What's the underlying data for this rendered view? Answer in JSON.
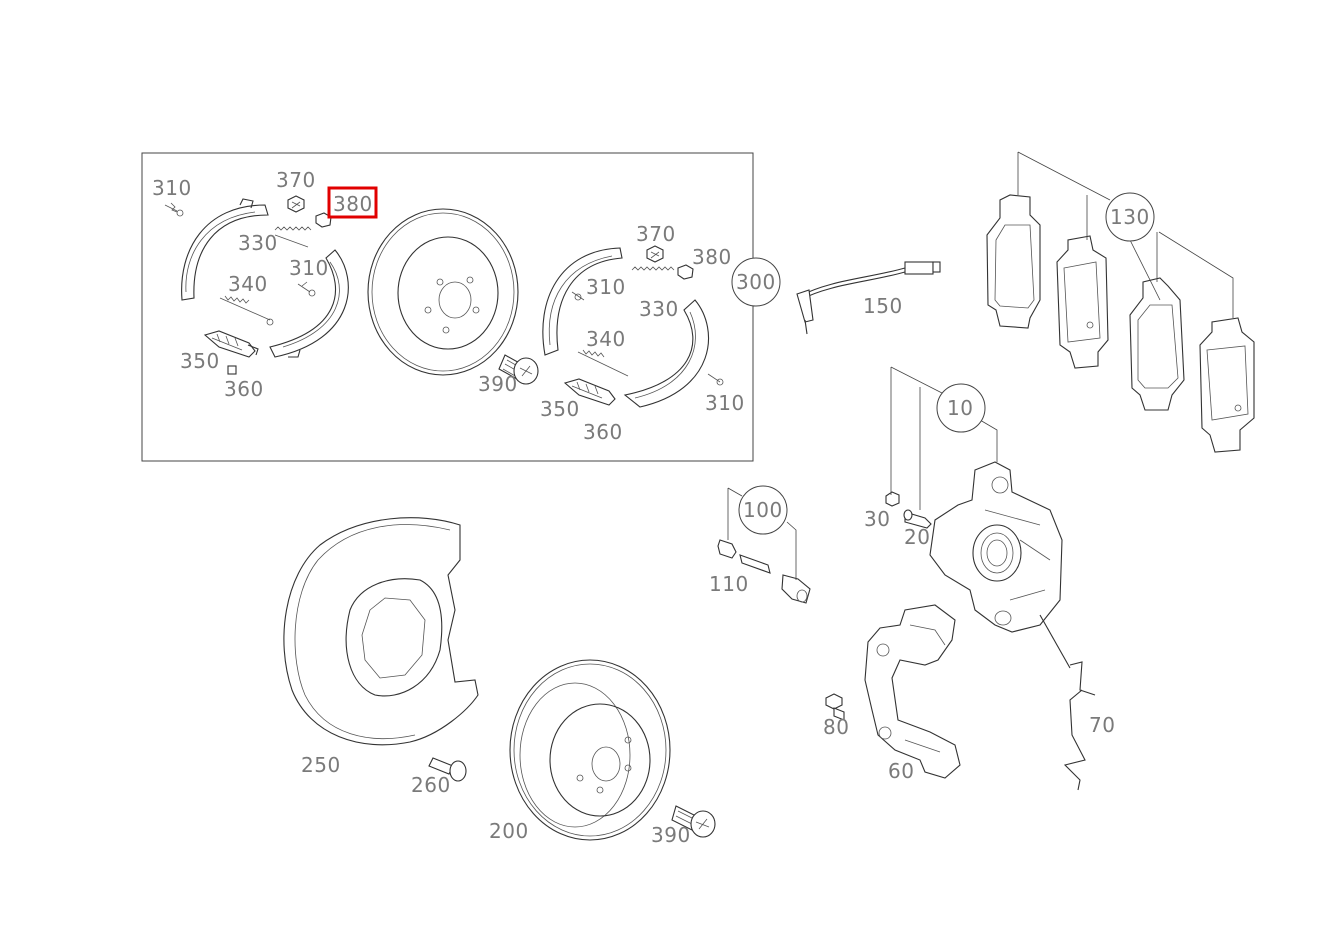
{
  "colors": {
    "highlight": "#e10000",
    "line": "#333333",
    "label": "#7a7a7a"
  },
  "highlighted_part": "380",
  "labels": {
    "l310a": "310",
    "l370a": "370",
    "l380a": "380",
    "l330a": "330",
    "l310b": "310",
    "l340a": "340",
    "l350a": "350",
    "l360a": "360",
    "l370b": "370",
    "l380b": "380",
    "l310c": "310",
    "l330b": "330",
    "l340b": "340",
    "l390a": "390",
    "l350b": "350",
    "l360b": "360",
    "l310d": "310",
    "l300": "300",
    "l150": "150",
    "l130": "130",
    "l10": "10",
    "l30": "30",
    "l20": "20",
    "l100": "100",
    "l110": "110",
    "l250": "250",
    "l260": "260",
    "l200": "200",
    "l390b": "390",
    "l80": "80",
    "l60": "60",
    "l70": "70"
  }
}
